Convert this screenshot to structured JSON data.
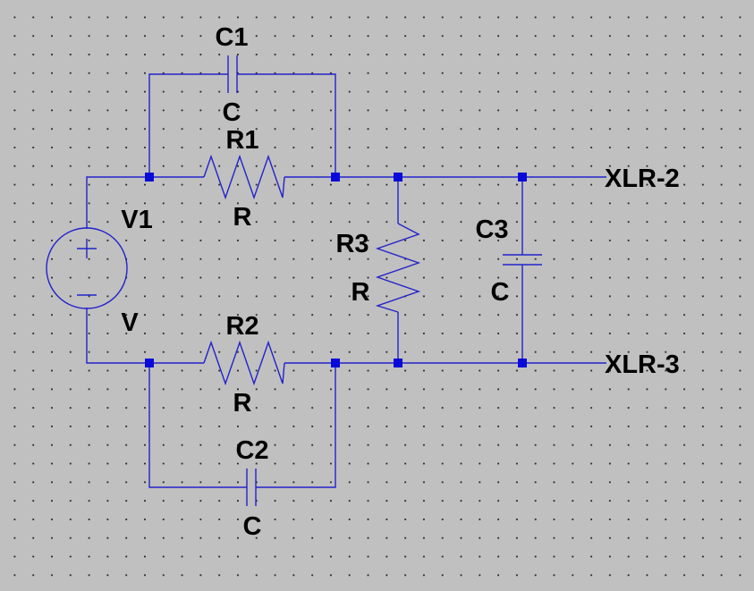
{
  "colors": {
    "background": "#c0c0c0",
    "wire": "#2222cc",
    "node": "#0a0ad8",
    "text": "#000000"
  },
  "components": {
    "c1": {
      "name": "C1",
      "value": "C"
    },
    "r1": {
      "name": "R1",
      "value": "R"
    },
    "v1": {
      "name": "V1",
      "value": "V",
      "plus": "+",
      "minus": "−"
    },
    "r3": {
      "name": "R3",
      "value": "R"
    },
    "c3": {
      "name": "C3",
      "value": "C"
    },
    "r2": {
      "name": "R2",
      "value": "R"
    },
    "c2": {
      "name": "C2",
      "value": "C"
    }
  },
  "ports": {
    "top": "XLR-2",
    "bottom": "XLR-3"
  }
}
